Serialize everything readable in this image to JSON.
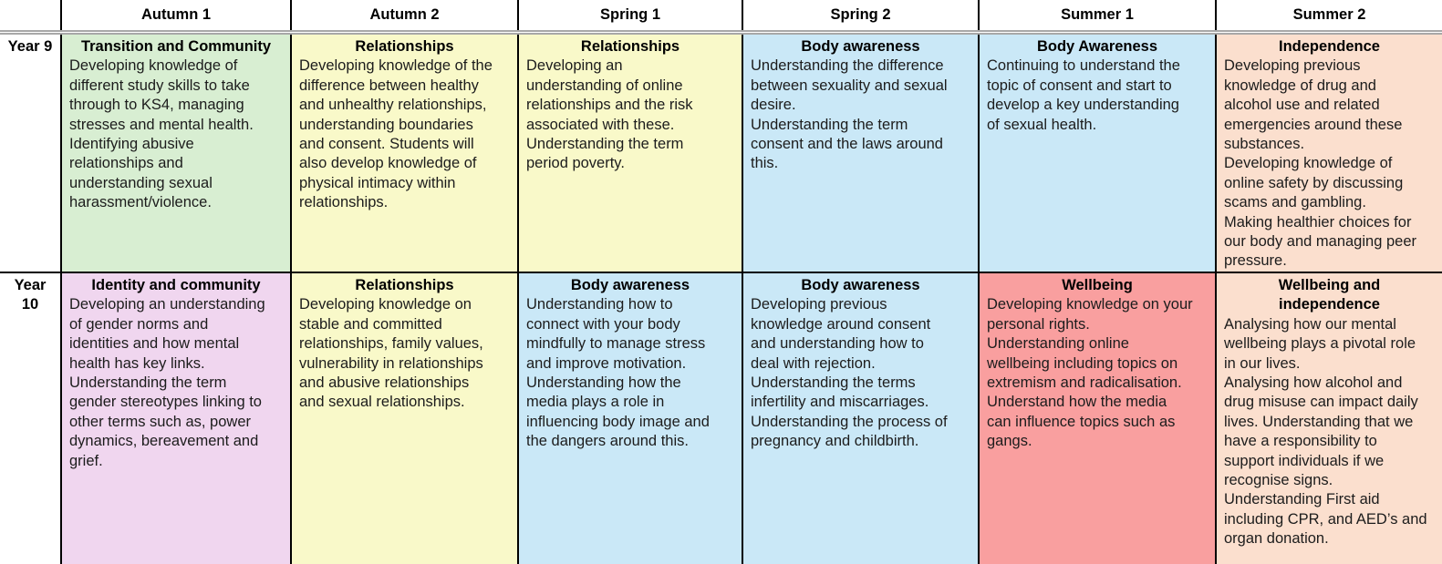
{
  "header": {
    "terms": [
      "Autumn 1",
      "Autumn 2",
      "Spring 1",
      "Spring 2",
      "Summer 1",
      "Summer 2"
    ]
  },
  "palette": {
    "green": "#d8eed2",
    "yellow": "#f9f9c9",
    "blue": "#cae8f7",
    "peach": "#fbdfce",
    "pink": "#f0d6ef",
    "salmon": "#f99f9f"
  },
  "years": [
    {
      "label": "Year 9",
      "cells": [
        {
          "term": "Autumn 1",
          "title": "Transition and Community",
          "body": "Developing knowledge of\ndifferent study skills to take\nthrough to KS4, managing\nstresses and mental health.\nIdentifying abusive\nrelationships and\nunderstanding sexual\nharassment/violence.",
          "bg": "#d8eed2"
        },
        {
          "term": "Autumn 2",
          "title": "Relationships",
          "body": "Developing knowledge of the\ndifference between healthy\nand unhealthy relationships,\nunderstanding boundaries\nand consent. Students will\nalso develop knowledge of\nphysical intimacy within\nrelationships.",
          "bg": "#f9f9c9"
        },
        {
          "term": "Spring 1",
          "title": "Relationships",
          "body": "Developing an\nunderstanding of online\nrelationships and the risk\nassociated with these.\nUnderstanding the term\nperiod poverty.",
          "bg": "#f9f9c9"
        },
        {
          "term": "Spring 2",
          "title": "Body awareness",
          "body": "Understanding the difference\nbetween sexuality and sexual\ndesire.\nUnderstanding the term\nconsent and the laws around\nthis.",
          "bg": "#cae8f7"
        },
        {
          "term": "Summer 1",
          "title": "Body Awareness",
          "body": "Continuing to understand the\ntopic of consent and start to\ndevelop a key understanding\nof sexual health.",
          "bg": "#cae8f7"
        },
        {
          "term": "Summer 2",
          "title": "Independence",
          "body": "Developing previous\nknowledge of drug and\nalcohol use and related\nemergencies around these\nsubstances.\nDeveloping knowledge of\nonline safety by discussing\nscams and gambling.\nMaking healthier choices for\nour body and managing peer\npressure.",
          "bg": "#fbdfce"
        }
      ]
    },
    {
      "label": "Year\n10",
      "cells": [
        {
          "term": "Autumn 1",
          "title": "Identity and community",
          "body": "Developing an understanding\nof gender norms and\nidentities and how mental\nhealth has key links.\nUnderstanding the term\ngender stereotypes linking to\nother terms such as, power\ndynamics, bereavement and\ngrief.",
          "bg": "#f0d6ef"
        },
        {
          "term": "Autumn 2",
          "title": "Relationships",
          "body": "Developing knowledge on\nstable and committed\nrelationships, family values,\nvulnerability in relationships\nand abusive relationships\nand sexual relationships.",
          "bg": "#f9f9c9"
        },
        {
          "term": "Spring 1",
          "title": "Body awareness",
          "body": "Understanding how to\nconnect with your body\nmindfully to manage stress\nand improve motivation.\nUnderstanding how the\nmedia plays a role in\ninfluencing body image and\nthe dangers around this.",
          "bg": "#cae8f7"
        },
        {
          "term": "Spring 2",
          "title": "Body awareness",
          "body": "Developing previous\nknowledge around consent\nand understanding how to\ndeal with rejection.\nUnderstanding the terms\ninfertility and miscarriages.\nUnderstanding the process of\npregnancy and childbirth.",
          "bg": "#cae8f7"
        },
        {
          "term": "Summer 1",
          "title": "Wellbeing",
          "body": "Developing knowledge on your\npersonal rights.\nUnderstanding online\nwellbeing including topics on\nextremism and radicalisation.\nUnderstand how the media\ncan influence topics such as\ngangs.",
          "bg": "#f99f9f"
        },
        {
          "term": "Summer 2",
          "title": "Wellbeing and\nindependence",
          "body": "Analysing how our mental\nwellbeing plays a pivotal role\nin our lives.\nAnalysing how alcohol and\ndrug misuse can impact daily\nlives. Understanding that we\nhave a responsibility to\nsupport individuals if we\nrecognise signs.\nUnderstanding First aid\nincluding CPR, and AED’s and\norgan donation.",
          "bg": "#fbdfce"
        }
      ]
    }
  ]
}
